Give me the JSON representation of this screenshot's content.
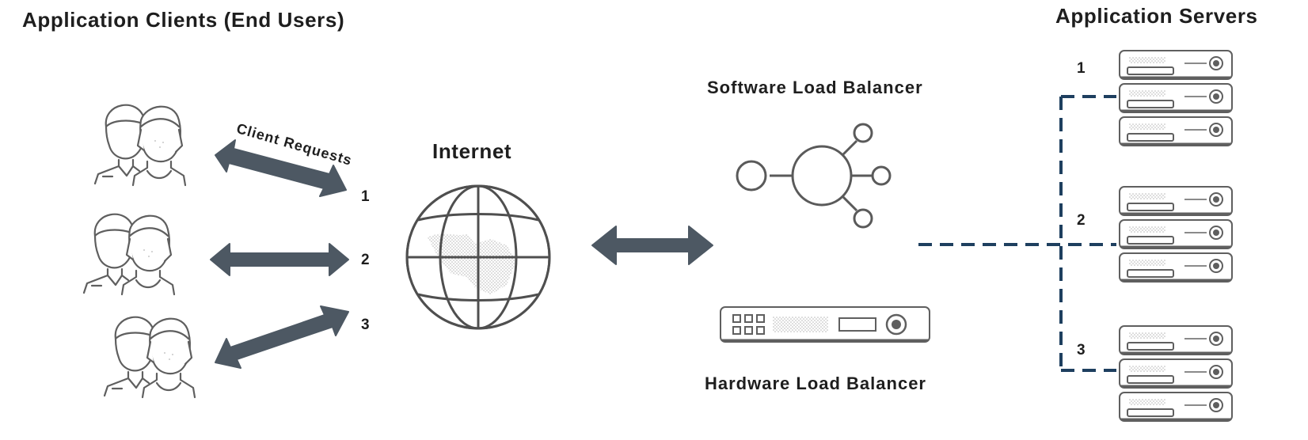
{
  "clients": {
    "title": "Application Clients (End Users)",
    "requests_label": "Client Requests",
    "request_numbers": [
      "1",
      "2",
      "3"
    ]
  },
  "internet": {
    "label": "Internet"
  },
  "balancers": {
    "software_label": "Software Load Balancer",
    "hardware_label": "Hardware Load Balancer"
  },
  "servers": {
    "title": "Application Servers",
    "group_numbers": [
      "1",
      "2",
      "3"
    ]
  },
  "colors": {
    "line": "#5f5f5f",
    "arrow": "#4d5863",
    "connector": "#1e3f5f",
    "text": "#1e1e1e"
  }
}
